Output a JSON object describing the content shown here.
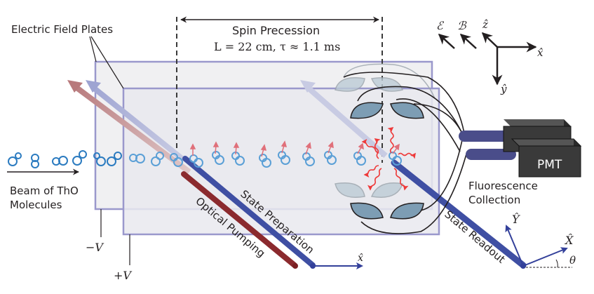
{
  "figure": {
    "title": "ThO electron EDM experiment schematic",
    "labels": {
      "electric_field_plates": "Electric Field Plates",
      "spin_precession": "Spin Precession",
      "spin_precession_params": "L = 22 cm, τ ≈ 1.1 ms",
      "beam_line1": "Beam of ThO",
      "beam_line2": "Molecules",
      "optical_pumping": "Optical Pumping",
      "state_preparation": "State Preparation",
      "state_readout": "State Readout",
      "fluorescence_line1": "Fluorescence",
      "fluorescence_line2": "Collection",
      "pmt": "PMT",
      "minus_v": "−V",
      "plus_v": "+V"
    },
    "axes_top_right": {
      "efield": "ℰ",
      "bfield": "ℬ",
      "z": "ẑ",
      "x": "x̂",
      "y": "ŷ"
    },
    "axes_state_prep": {
      "x": "x̂"
    },
    "axes_readout": {
      "X": "X̂",
      "Y": "Ŷ",
      "theta": "θ"
    },
    "colors": {
      "plate_border": "#9a98cc",
      "plate_fill": "#eeeef2",
      "optical_pumping_laser": "#8b2a2e",
      "state_laser": "#3f4fa3",
      "molecule_outline": "#2b7bc0",
      "spin_arrow": "#e0707a",
      "photon": "#ee3a3a",
      "lens_fill": "#7d9db4",
      "pmt_fill": "#3a3a3a",
      "light_guide": "#4a4d8a"
    }
  }
}
